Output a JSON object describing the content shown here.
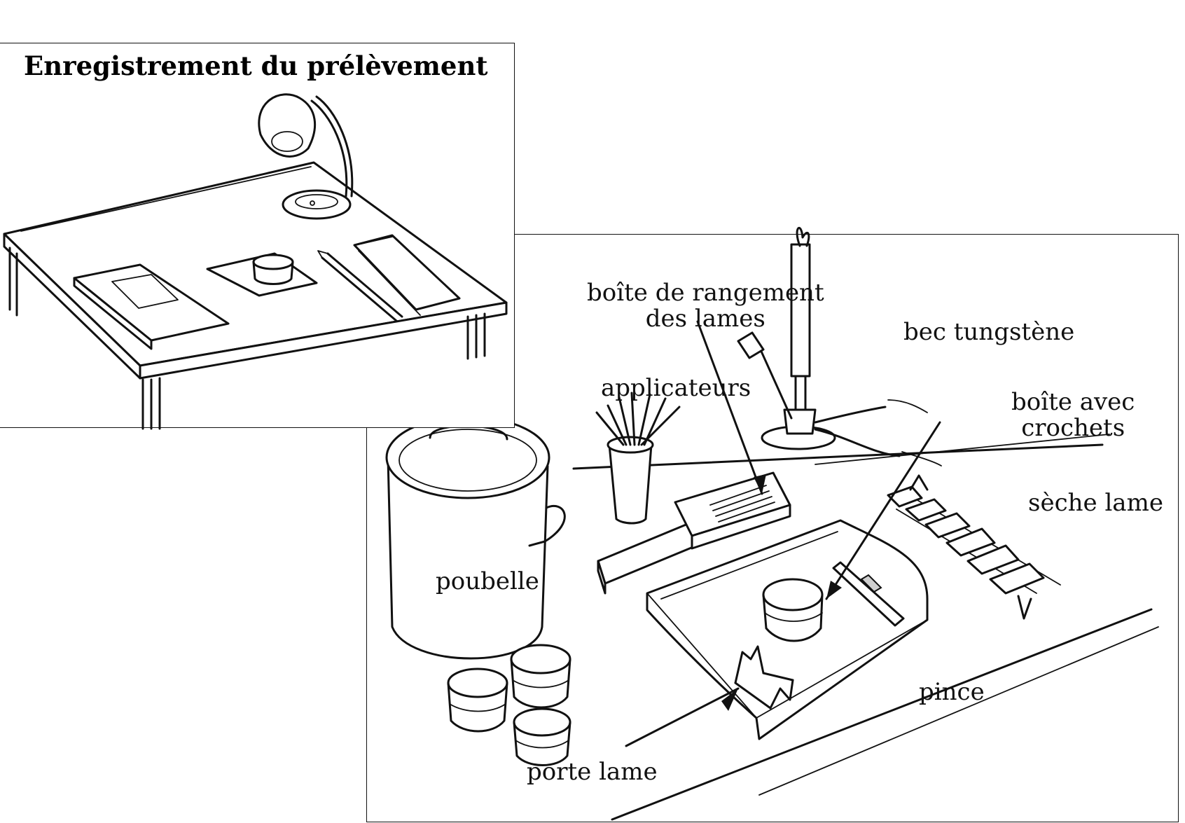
{
  "left_panel": {
    "title": "Enregistrement du prélèvement"
  },
  "right_panel": {
    "labels": {
      "slide_storage_box": "boîte de rangement\ndes lames",
      "tungsten_burner": "bec tungstène",
      "applicators": "applicateurs",
      "hook_box": "boîte avec\ncrochets",
      "slide_dryer": "sèche lame",
      "trash_can": "poubelle",
      "tweezers": "pince",
      "slide_holder": "porte lame"
    }
  }
}
